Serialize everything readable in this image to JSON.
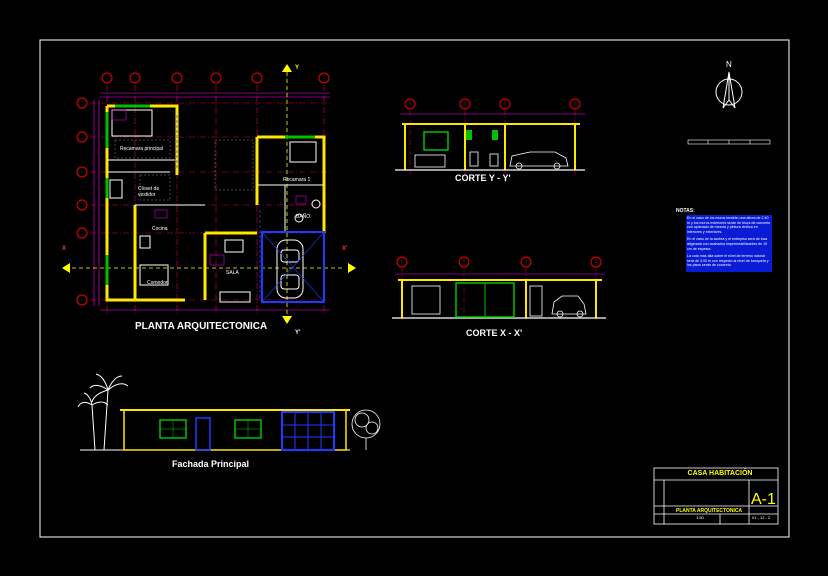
{
  "drawing": {
    "plan_title": "PLANTA ARQUITECTONICA",
    "section_yy_title": "CORTE Y - Y'",
    "section_xx_title": "CORTE X - X'",
    "facade_title": "Fachada Principal",
    "north_label": "N",
    "section_marker_y_top": "Y",
    "section_marker_y_bottom": "Y'",
    "section_marker_x_left": "X",
    "section_marker_x_right": "X'",
    "rooms": {
      "master_bedroom": "Recamara principal",
      "bedroom_1": "Recamara 1",
      "walk_in_closet": "Closet de vestidor",
      "bathroom": "BAÑO",
      "kitchen": "Cocina",
      "dining": "Comedor",
      "living": "SALA"
    },
    "notes_title": "NOTAS:",
    "notes": [
      "En el caso de los muros tendrán una altura de 2.40 m y los muros exteriores serán de block de concreto con aplanado de mezcla y pintura vinílica en interiores y exteriores.",
      "En el caso de la azotea y el entrepiso será de losa aligerada con acabados impermeabilizantes de 10 cm de espesor.",
      "La cota más alta sobre el nivel de terreno natural será de 3.00 m con respecto al nivel de banqueta y los pisos serán de concreto."
    ]
  },
  "title_block": {
    "title": "CASA HABITACIÓN",
    "sheet": "A-1",
    "subtitle": "PLANTA ARQUITECTONICA",
    "scale": "1:50",
    "date": "01 - 12 - 2"
  }
}
